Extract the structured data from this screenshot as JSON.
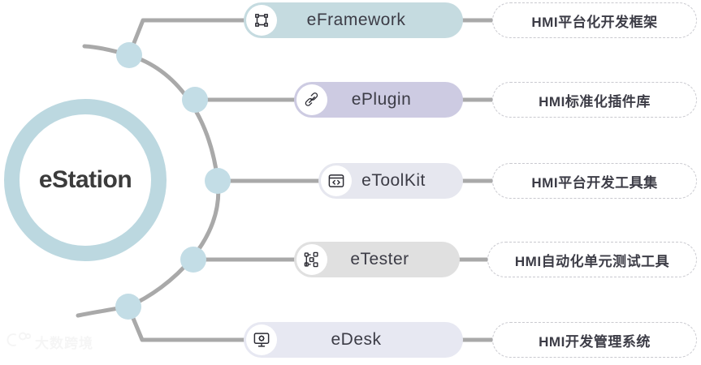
{
  "hub": {
    "label": "eStation",
    "ring_color": "#bcd8e0"
  },
  "colors": {
    "connector": "#a9a9a9",
    "node": "#c3dde6",
    "arc": "#a9a9a9",
    "desc_border": "#c9c9cf",
    "text": "#3c3c46"
  },
  "rows": [
    {
      "module": "eFramework",
      "icon": "artboard-frame-icon",
      "pill_color": "#c5dbe0",
      "description": "HMI平台化开发框架"
    },
    {
      "module": "ePlugin",
      "icon": "link-chain-icon",
      "pill_color": "#cdcbe2",
      "description": "HMI标准化插件库"
    },
    {
      "module": "eToolKit",
      "icon": "code-window-icon",
      "pill_color": "#e6e7ef",
      "description": "HMI平台开发工具集"
    },
    {
      "module": "eTester",
      "icon": "node-network-icon",
      "pill_color": "#e0e0e0",
      "description": "HMI自动化单元测试工具"
    },
    {
      "module": "eDesk",
      "icon": "desktop-monitor-icon",
      "pill_color": "#e7e8f2",
      "description": "HMI开发管理系统"
    }
  ],
  "watermark": {
    "text": "大数跨境"
  }
}
